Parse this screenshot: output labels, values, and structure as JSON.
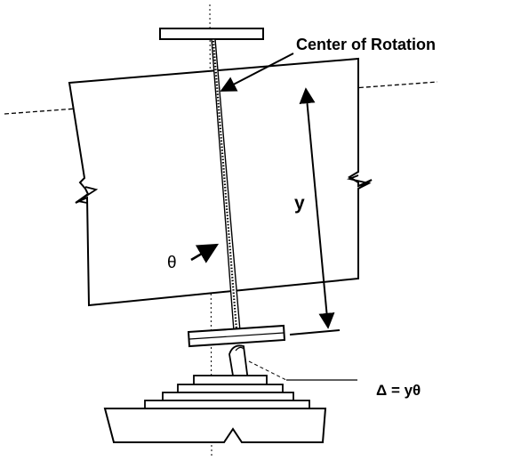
{
  "labels": {
    "center_of_rotation": "Center of Rotation",
    "y": "y",
    "theta": "θ",
    "delta_equation": "Δ = yθ"
  },
  "colors": {
    "ink": "#000000",
    "background": "#ffffff"
  }
}
